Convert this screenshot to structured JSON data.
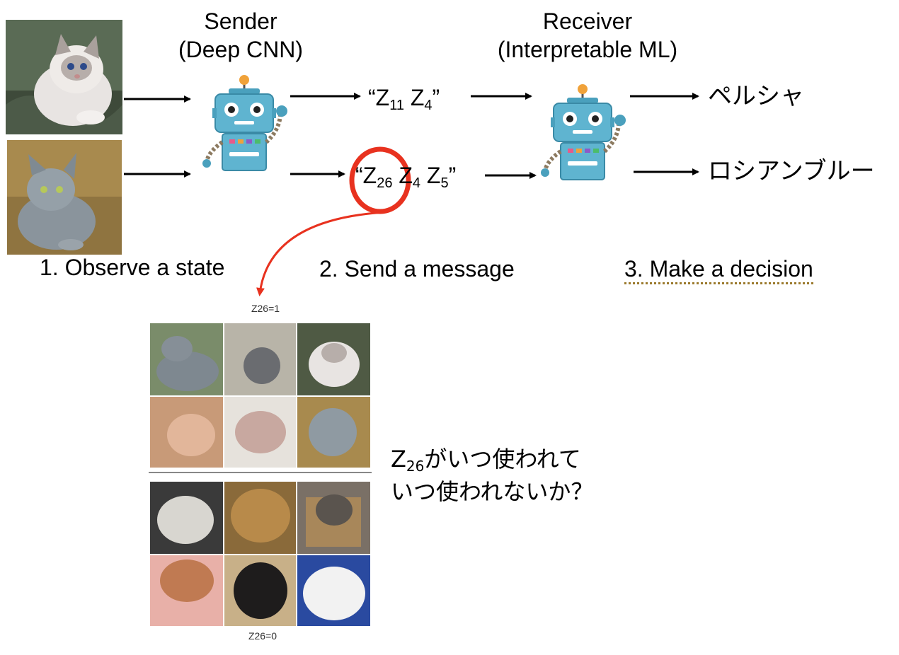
{
  "headings": {
    "sender_line1": "Sender",
    "sender_line2": "(Deep CNN)",
    "receiver_line1": "Receiver",
    "receiver_line2": "(Interpretable ML)"
  },
  "messages": {
    "row1": {
      "open": "“Z",
      "sub1": "11",
      "mid": " Z",
      "sub2": "4",
      "close": "”"
    },
    "row2": {
      "open": "“Z",
      "sub1": "26",
      "mid1": " Z",
      "sub2": "4",
      "mid2": " Z",
      "sub3": "5",
      "close": "”"
    }
  },
  "outputs": {
    "row1": "ペルシャ",
    "row2": "ロシアンブルー"
  },
  "steps": {
    "step1": "1. Observe a state",
    "step2": "2. Send a message",
    "step3": "3. Make a decision"
  },
  "grid": {
    "caption_top": "Z26=1",
    "caption_bottom": "Z26=0"
  },
  "question": {
    "line1_prefix": "Z",
    "line1_sub": "26",
    "line1_rest": "がいつ使われて",
    "line2": "いつ使われないか？"
  },
  "colors": {
    "accent_red": "#e8321f",
    "robot_body": "#5fb4d0",
    "robot_antenna": "#f0a23a"
  }
}
